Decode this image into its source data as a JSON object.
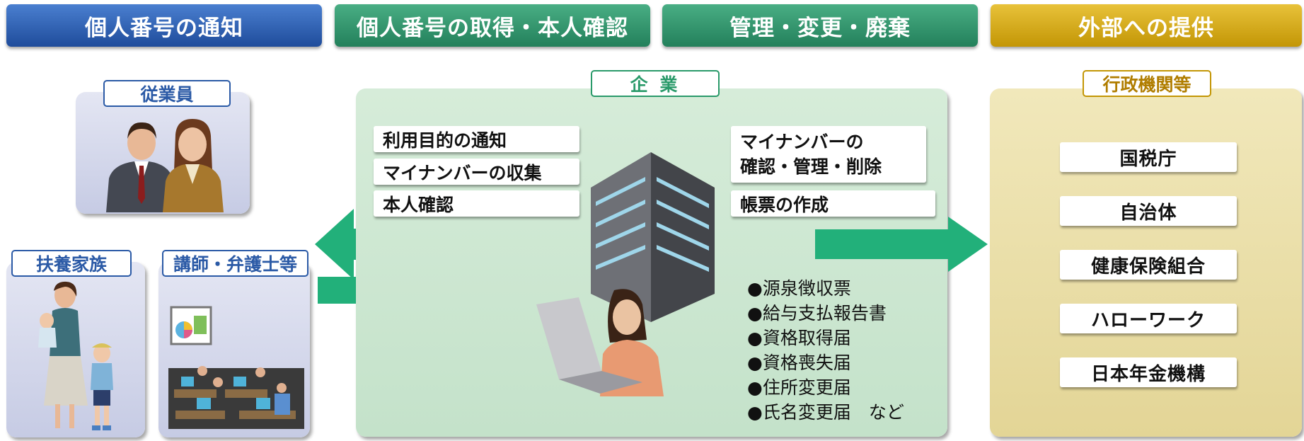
{
  "headers": [
    {
      "label": "個人番号の通知"
    },
    {
      "label": "個人番号の取得・本人確認"
    },
    {
      "label": "管理・変更・廃棄"
    },
    {
      "label": "外部への提供"
    }
  ],
  "employees": {
    "label": "従業員"
  },
  "dependents": {
    "label": "扶養家族"
  },
  "lecturers": {
    "label": "講師・弁護士等"
  },
  "company": {
    "label": "企 業",
    "tasks_left": [
      "利用目的の通知",
      "マイナンバーの収集",
      "本人確認"
    ],
    "tasks_right": [
      "マイナンバーの",
      "確認・管理・削除",
      "帳票の作成"
    ],
    "documents": [
      "●源泉徴収票",
      "●給与支払報告書",
      "●資格取得届",
      "●資格喪失届",
      "●住所変更届",
      "●氏名変更届　など"
    ]
  },
  "agencies": {
    "label": "行政機関等",
    "items": [
      "国税庁",
      "自治体",
      "健康保険組合",
      "ハローワーク",
      "日本年金機構"
    ]
  },
  "colors": {
    "header_blue": "#2b5aa6",
    "header_green": "#2f8f66",
    "header_gold": "#d4a80f",
    "arrow_green": "#22b07a",
    "company_bg": "#d2e9d7",
    "agency_bg": "#eadfa9",
    "people_bg": "#d4d8ec"
  }
}
